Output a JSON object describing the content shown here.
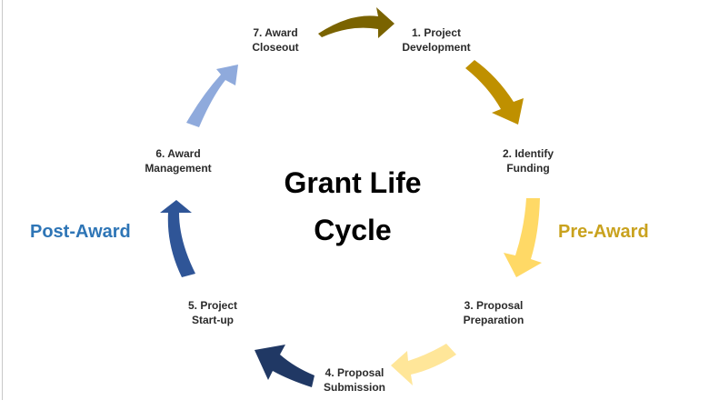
{
  "title": {
    "line1": "Grant Life",
    "line2": "Cycle"
  },
  "phases": {
    "pre_award": {
      "label": "Pre-Award",
      "color": "#c9a21e"
    },
    "post_award": {
      "label": "Post-Award",
      "color": "#2e75b6"
    }
  },
  "stages": [
    {
      "line1": "1. Project",
      "line2": "Development"
    },
    {
      "line1": "2. Identify",
      "line2": "Funding"
    },
    {
      "line1": "3. Proposal",
      "line2": "Preparation"
    },
    {
      "line1": "4. Proposal",
      "line2": "Submission"
    },
    {
      "line1": "5. Project",
      "line2": "Start-up"
    },
    {
      "line1": "6. Award",
      "line2": "Management"
    },
    {
      "line1": "7. Award",
      "line2": "Closeout"
    }
  ],
  "arrows": [
    {
      "from": "7. Award Closeout",
      "to": "1. Project Development",
      "color": "#7a6300"
    },
    {
      "from": "1. Project Development",
      "to": "2. Identify Funding",
      "color": "#bf9000"
    },
    {
      "from": "2. Identify Funding",
      "to": "3. Proposal Preparation",
      "color": "#ffd966"
    },
    {
      "from": "3. Proposal Preparation",
      "to": "4. Proposal Submission",
      "color": "#ffe699"
    },
    {
      "from": "4. Proposal Submission",
      "to": "5. Project Start-up",
      "color": "#203864"
    },
    {
      "from": "5. Project Start-up",
      "to": "6. Award Management",
      "color": "#2f5597"
    },
    {
      "from": "6. Award Management",
      "to": "7. Award Closeout",
      "color": "#8faadc"
    }
  ]
}
